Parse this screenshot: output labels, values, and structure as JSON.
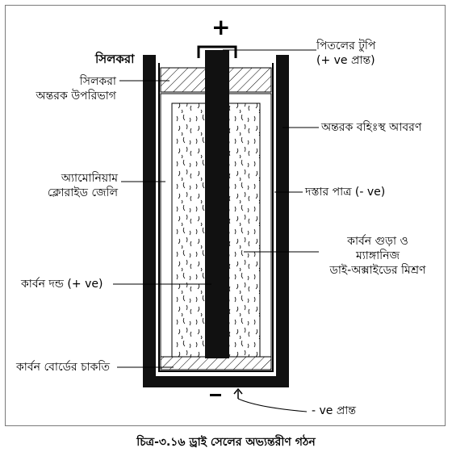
{
  "terminal_plus": "+",
  "labels": {
    "top_left_heading": "সিলকরা",
    "sealed_top": [
      "সিলকরা",
      "অন্তরক উপরিভাগ"
    ],
    "ammonium_jelly": [
      "অ্যামোনিয়াম",
      "ক্লোরাইড জেলি"
    ],
    "carbon_rod": "কার্বন দন্ড (+ ve)",
    "carbon_disc": "কার্বন বোর্ডের চাকতি",
    "brass_cap": [
      "পিতলের টুপি",
      "(+ ve প্রান্ত)"
    ],
    "insulating_cover": "অন্তরক বহিঃস্থ আবরণ",
    "zinc_vessel": "দস্তার পাত্র (- ve)",
    "mixture": [
      "কার্বন গুড়া ও",
      "ম্যাঙ্গানিজ",
      "ডাই-অক্সাইডের মিশ্রণ"
    ],
    "negative_terminal": "- ve প্রান্ত"
  },
  "caption": "চিত্র-৩.১৬ ড্রাই সেলের অভ্যন্তরীণ গঠন"
}
